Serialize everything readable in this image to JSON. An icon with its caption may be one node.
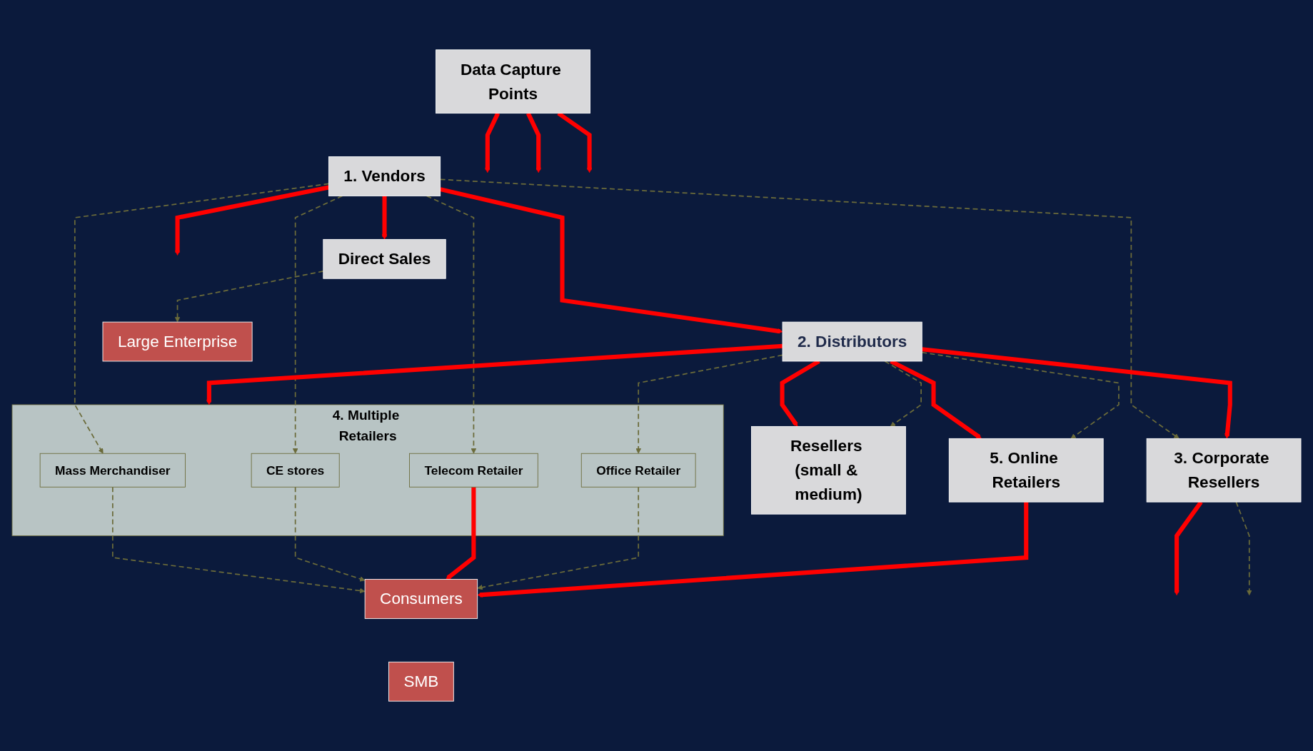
{
  "diagram": {
    "nodes": [
      {
        "text": [
          "Data Capture Points"
        ]
      },
      {
        "text": [
          "1. Vendors"
        ]
      },
      {
        "text": [
          "Direct Sales"
        ]
      },
      {
        "text": [
          "2. Distributors"
        ]
      },
      {
        "text": [
          "3. Corporate Resellers"
        ]
      },
      {
        "text": [
          "4. Multiple Retailers"
        ]
      },
      {
        "text": [
          "Mass Merchandiser"
        ],
        "in": 5
      },
      {
        "text": [
          "CE stores"
        ],
        "in": 5
      },
      {
        "text": [
          "Telecom Retailer"
        ],
        "in": 5
      },
      {
        "text": [
          "Office Retailer"
        ],
        "in": 5
      },
      {
        "text": [
          "5. Online Retailers"
        ]
      },
      {
        "text": [
          "Resellers (small & medium)"
        ]
      },
      {
        "text": [
          "Large Enterprise"
        ]
      },
      {
        "text": [
          "Consumers"
        ]
      },
      {
        "text": [
          "SMB"
        ]
      }
    ],
    "edges": [
      {
        "from": 0,
        "to": null,
        "arrow": "to"
      },
      {
        "from": 0,
        "to": null,
        "arrow": "to"
      },
      {
        "from": 0,
        "to": null,
        "arrow": "to"
      },
      {
        "from": 1,
        "to": null,
        "arrow": "to"
      },
      {
        "from": 1,
        "to": 2,
        "arrow": "to"
      },
      {
        "from": 1,
        "to": 3,
        "arrow": "to"
      },
      {
        "from": 1,
        "to": 6,
        "arrow": "to",
        "style": "dashed",
        "color": "#6b6b3a"
      },
      {
        "from": 1,
        "to": 7,
        "arrow": "to",
        "style": "dashed",
        "color": "#6b6b3a"
      },
      {
        "from": 1,
        "to": 8,
        "arrow": "to",
        "style": "dashed",
        "color": "#6b6b3a"
      },
      {
        "from": 1,
        "to": 4,
        "arrow": "to",
        "style": "dashed",
        "color": "#6b6b3a"
      },
      {
        "from": 3,
        "to": 4,
        "arrow": "to"
      },
      {
        "from": 3,
        "to": 5,
        "arrow": "to"
      },
      {
        "from": 3,
        "to": 10,
        "arrow": "to"
      },
      {
        "from": 3,
        "to": 11,
        "arrow": "to"
      },
      {
        "from": 3,
        "to": 9,
        "arrow": "to",
        "style": "dashed",
        "color": "#6b6b3a"
      },
      {
        "from": 3,
        "to": 10,
        "arrow": "to",
        "style": "dashed",
        "color": "#6b6b3a"
      },
      {
        "from": 3,
        "to": 11,
        "arrow": "to",
        "style": "dashed",
        "color": "#6b6b3a"
      },
      {
        "from": 4,
        "to": null,
        "arrow": "to"
      },
      {
        "from": 4,
        "to": null,
        "arrow": "to",
        "style": "dashed",
        "color": "#6b6b3a"
      },
      {
        "from": 2,
        "to": 12,
        "arrow": "to",
        "style": "dashed",
        "color": "#6b6b3a"
      },
      {
        "from": 6,
        "to": 13,
        "arrow": "to",
        "style": "dashed",
        "color": "#6b6b3a"
      },
      {
        "from": 7,
        "to": 13,
        "arrow": "to",
        "style": "dashed",
        "color": "#6b6b3a"
      },
      {
        "from": 8,
        "to": 13,
        "arrow": "to"
      },
      {
        "from": 9,
        "to": 13,
        "arrow": "to",
        "style": "dashed",
        "color": "#6b6b3a"
      },
      {
        "from": 10,
        "to": 13,
        "arrow": "to"
      }
    ]
  }
}
